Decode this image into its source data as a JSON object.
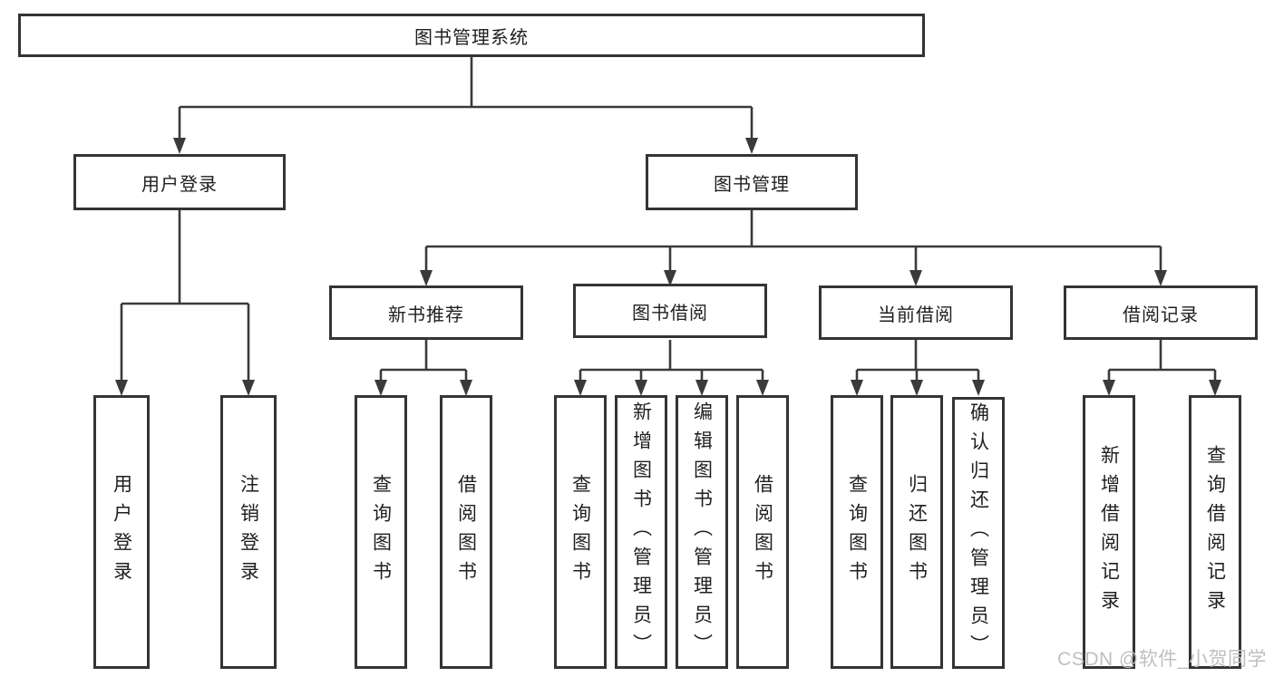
{
  "tree": {
    "label": "图书管理系统",
    "children": [
      {
        "label": "用户登录",
        "children": [
          {
            "label": "用户登录"
          },
          {
            "label": "注销登录"
          }
        ]
      },
      {
        "label": "图书管理",
        "children": [
          {
            "label": "新书推荐",
            "children": [
              {
                "label": "查询图书"
              },
              {
                "label": "借阅图书"
              }
            ]
          },
          {
            "label": "图书借阅",
            "children": [
              {
                "label": "查询图书"
              },
              {
                "label": "新增图书（管理员）"
              },
              {
                "label": "编辑图书（管理员）"
              },
              {
                "label": "借阅图书"
              }
            ]
          },
          {
            "label": "当前借阅",
            "children": [
              {
                "label": "查询图书"
              },
              {
                "label": "归还图书"
              },
              {
                "label": "确认归还（管理员）"
              }
            ]
          },
          {
            "label": "借阅记录",
            "children": [
              {
                "label": "新增借阅记录"
              },
              {
                "label": "查询借阅记录"
              }
            ]
          }
        ]
      }
    ]
  },
  "watermark": {
    "text": "CSDN @软件_小贺同学"
  },
  "colors": {
    "line": "#3a3a3a",
    "box_border": "#343434",
    "text": "#1f1f1f",
    "watermark": "#bfbfbf",
    "background": "#ffffff"
  }
}
